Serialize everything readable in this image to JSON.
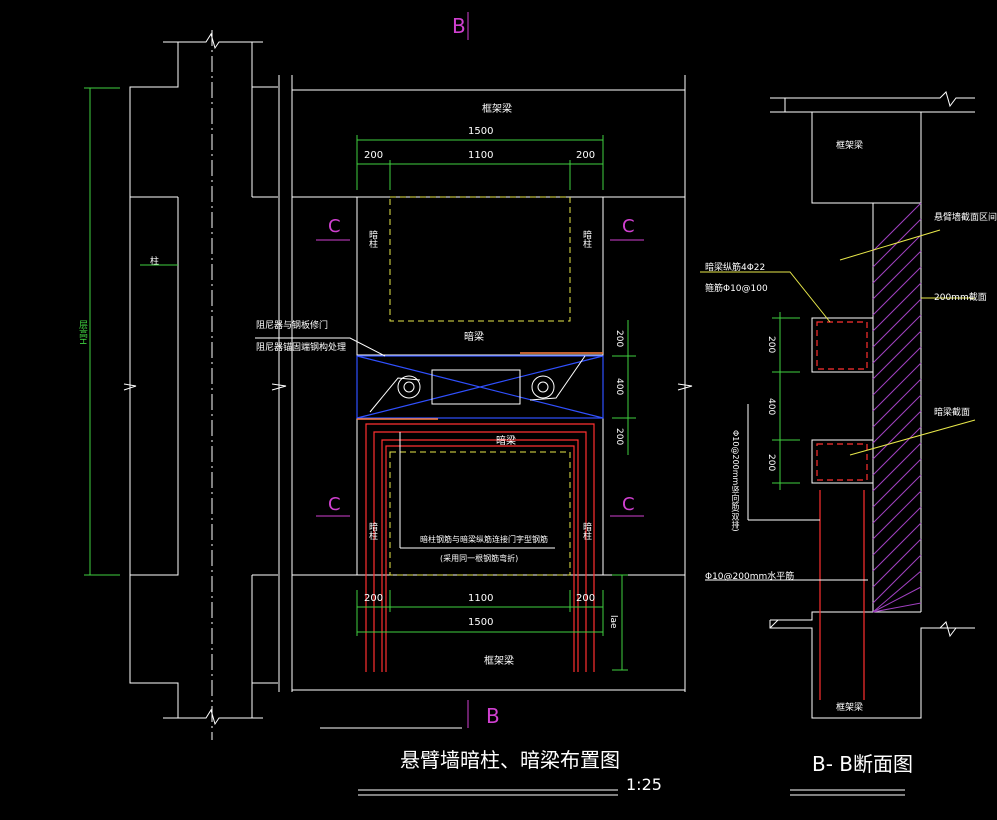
{
  "section_marks": {
    "b_top": "B",
    "b_bottom": "B",
    "c": "C"
  },
  "main_view": {
    "title": "悬臂墙暗柱、暗梁布置图",
    "scale": "1:25",
    "frame_beam_top": "框架梁",
    "frame_beam_bottom": "框架梁",
    "hidden_beam_upper": "暗梁",
    "hidden_beam_lower": "暗梁",
    "hidden_column": "暗柱",
    "column_label": "柱",
    "floor_height": "层高H",
    "dim_total_top": "1500",
    "dim_left_top": "200",
    "dim_mid_top": "1100",
    "dim_right_top": "200",
    "dim_total_bottom": "1500",
    "dim_left_bottom": "200",
    "dim_mid_bottom": "1100",
    "dim_right_bottom": "200",
    "dim_v_top": "200",
    "dim_v_mid": "400",
    "dim_v_bot": "200",
    "dim_lae": "lae",
    "note_damper_1": "阻尼器与钢板修门",
    "note_damper_2": "阻尼器锚固端钢构处理",
    "note_bottom_1": "暗柱钢筋与暗梁纵筋连接门字型钢筋",
    "note_bottom_2": "(采用同一根钢筋弯折)"
  },
  "section_view": {
    "title": "B- B断面图",
    "frame_beam_top": "框架梁",
    "frame_beam_bottom": "框架梁",
    "wall_label": "悬臂墙截面区间",
    "wall_thickness": "200mm截面",
    "rebar_main": "暗梁纵筋4Φ22",
    "rebar_stirrup": "箍筋Φ10@100",
    "hidden_beam": "暗梁截面",
    "dist_bar_vert": "Φ10@200mm竖向筋(双排)",
    "dist_bar_horiz": "Φ10@200mm水平筋",
    "dim_a": "200",
    "dim_b": "400",
    "dim_c": "200"
  }
}
